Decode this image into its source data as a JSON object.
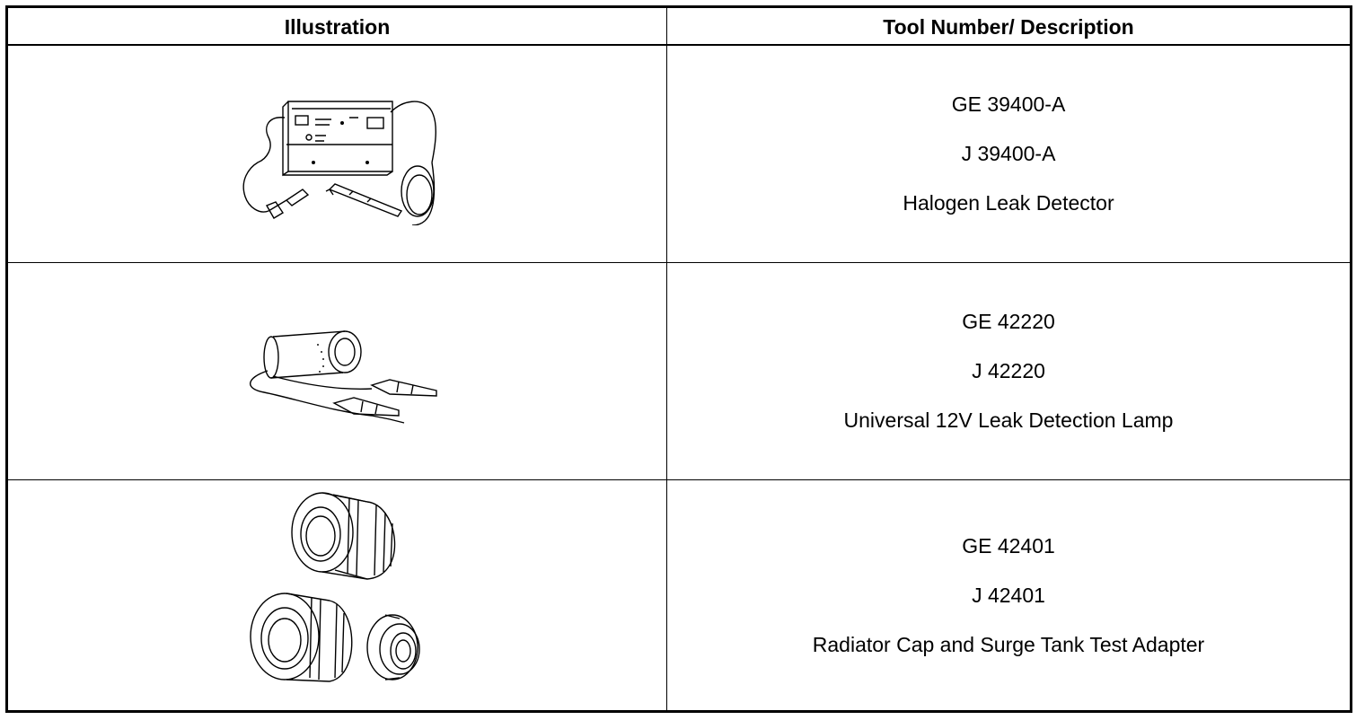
{
  "table": {
    "headers": [
      "Illustration",
      "Tool Number/ Description"
    ],
    "rows": [
      {
        "illustration_icon": "halogen-leak-detector-icon",
        "ge_number": "GE 39400-A",
        "j_number": "J 39400-A",
        "description": "Halogen Leak Detector"
      },
      {
        "illustration_icon": "leak-detection-lamp-icon",
        "ge_number": "GE 42220",
        "j_number": "J 42220",
        "description": "Universal 12V Leak Detection Lamp"
      },
      {
        "illustration_icon": "radiator-cap-adapter-icon",
        "ge_number": "GE 42401",
        "j_number": "J 42401",
        "description": "Radiator Cap and Surge Tank Test Adapter"
      }
    ]
  }
}
